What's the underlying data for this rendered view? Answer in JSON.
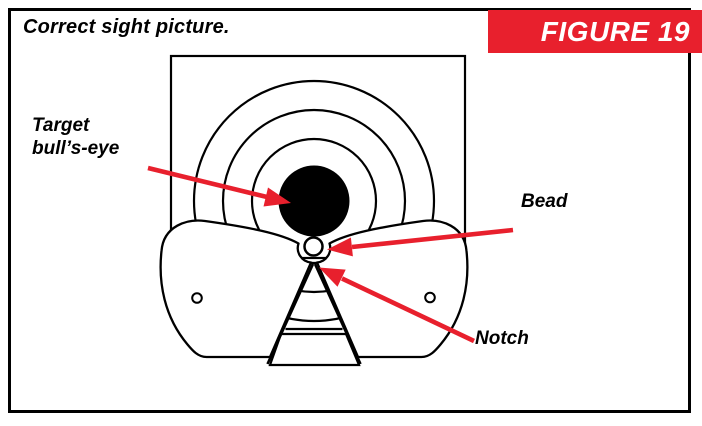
{
  "figure": {
    "caption": "Correct sight picture.",
    "badge_label": "FIGURE 19"
  },
  "labels": {
    "target_line1": "Target",
    "target_line2": "bull’s-eye",
    "bead": "Bead",
    "notch": "Notch"
  },
  "callouts": [
    {
      "label": "Target bull’s-eye",
      "points_to": "target-bullseye"
    },
    {
      "label": "Bead",
      "points_to": "bead"
    },
    {
      "label": "Notch",
      "points_to": "notch"
    }
  ],
  "colors": {
    "accent_red": "#E8202D",
    "ink_black": "#000000",
    "paper_white": "#FFFFFF"
  }
}
